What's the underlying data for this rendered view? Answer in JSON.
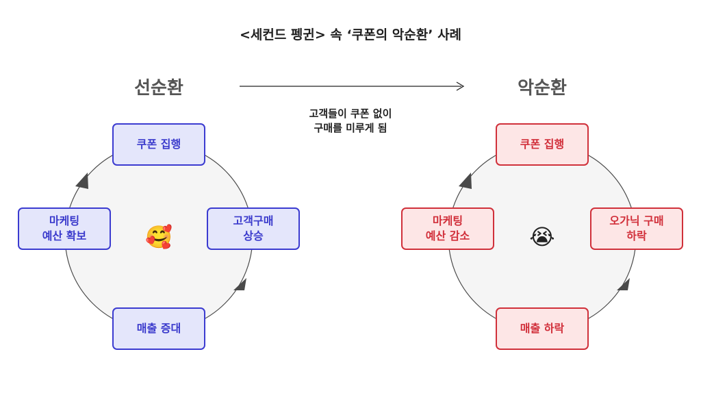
{
  "title": "<세컨드 펭귄> 속 ‘쿠폰의 악순환’ 사례",
  "arrow_caption": [
    "고객들이 쿠폰 없이",
    "구매를 미루게 됨"
  ],
  "virtuous": {
    "heading": "선순환",
    "emoji": "🥰",
    "emoji_name": "smiling-face-with-hearts",
    "color": "#3b3bd0",
    "fill": "#e4e6fb",
    "nodes": {
      "top": [
        "쿠폰 집행"
      ],
      "right": [
        "고객구매",
        "상승"
      ],
      "bottom": [
        "매출 증대"
      ],
      "left": [
        "마케팅",
        "예산 확보"
      ]
    }
  },
  "vicious": {
    "heading": "악순환",
    "emoji": "😭",
    "emoji_name": "loudly-crying-face",
    "color": "#d0303a",
    "fill": "#fde6e6",
    "nodes": {
      "top": [
        "쿠폰 집행"
      ],
      "right": [
        "오가닉 구매",
        "하락"
      ],
      "bottom": [
        "매출 하락"
      ],
      "left": [
        "마케팅",
        "예산 감소"
      ]
    }
  }
}
